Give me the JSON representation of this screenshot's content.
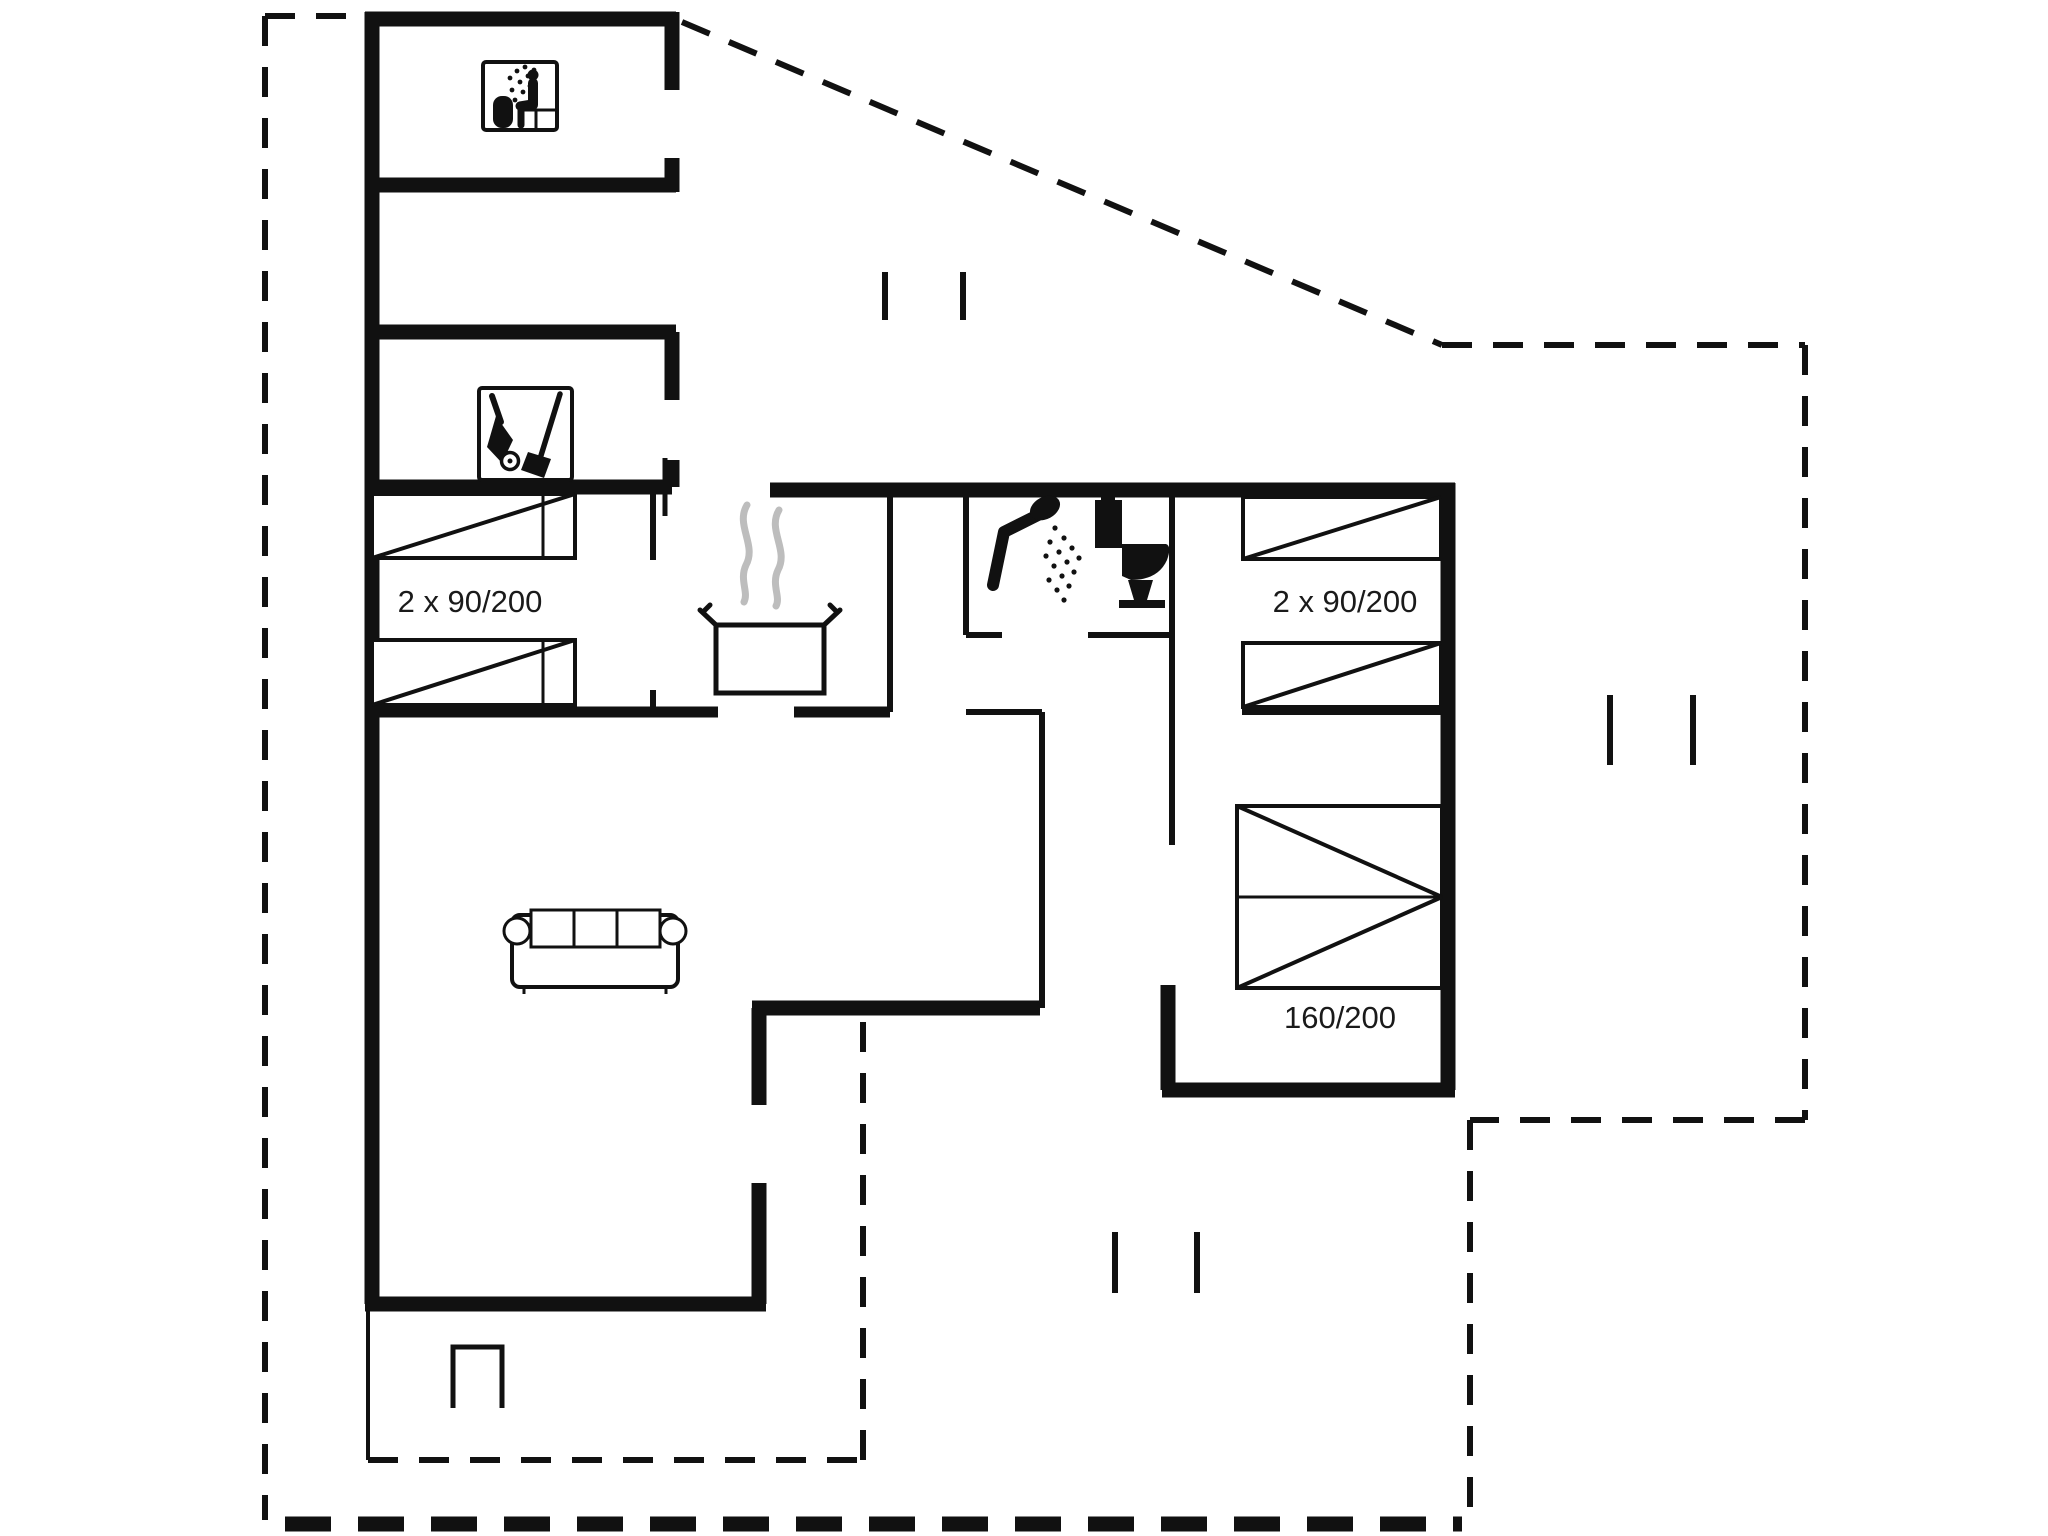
{
  "floorplan": {
    "type": "holiday-house-floor-plan",
    "colors": {
      "line": "#111111",
      "steam": "#bdbdbd",
      "text": "#1a1a1a",
      "background": "#ffffff"
    },
    "labels": {
      "bedroom_west_beds": "2 x 90/200",
      "bedroom_northeast_beds": "2 x 90/200",
      "bedroom_southeast_bed": "160/200"
    },
    "icons": [
      "sauna-icon",
      "vacuum-broom-icon",
      "cooking-pot-icon",
      "shower-icon",
      "toilet-icon",
      "sofa",
      "single-bed-symbol",
      "double-bed-symbol",
      "window-tick-marks",
      "dashed-plot-boundary"
    ]
  }
}
